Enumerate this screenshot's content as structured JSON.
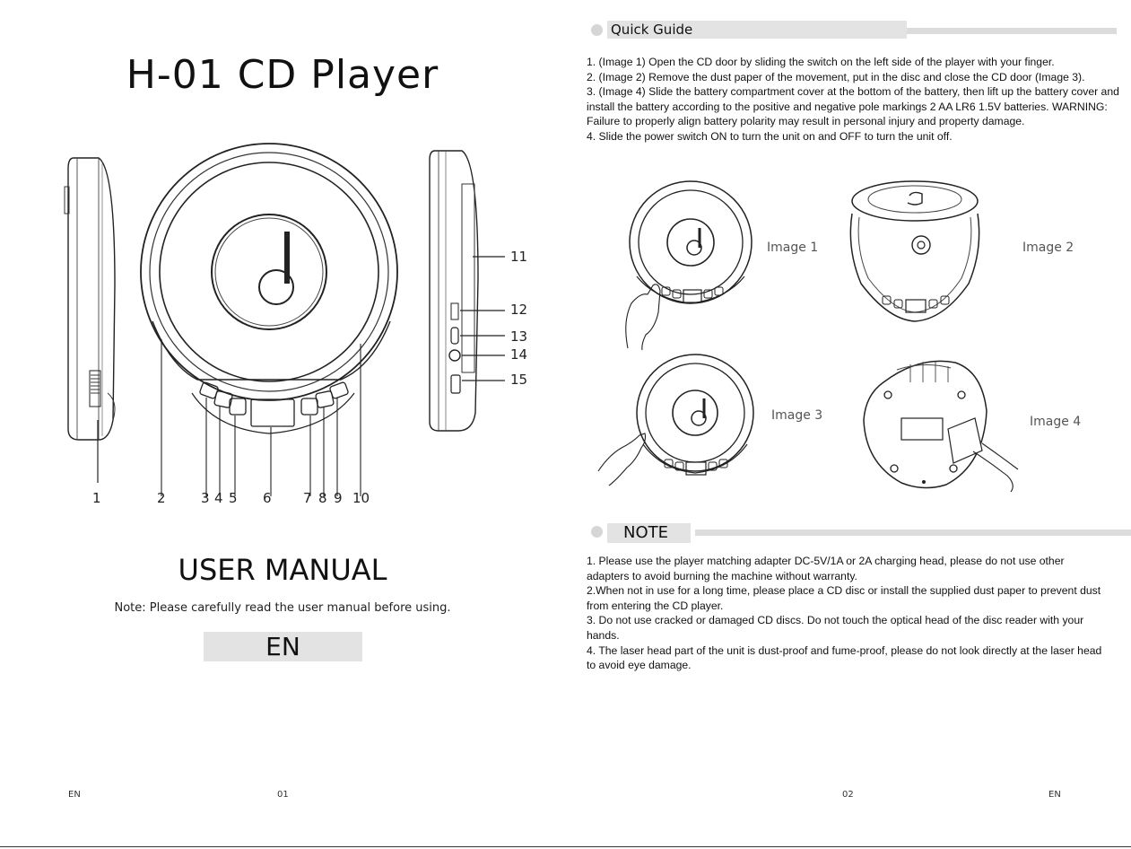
{
  "left_page": {
    "title": "H-01 CD Player",
    "manual_title": "USER MANUAL",
    "note": "Note: Please carefully read the user manual before using.",
    "language": "EN",
    "footer_lang": "EN",
    "page_number": "01",
    "callouts": [
      "1",
      "2",
      "3",
      "4",
      "5",
      "6",
      "7",
      "8",
      "9",
      "10",
      "11",
      "12",
      "13",
      "14",
      "15"
    ]
  },
  "right_page": {
    "quick_guide": {
      "heading": "Quick Guide",
      "steps": [
        "1. (Image 1) Open the CD door by sliding the switch on the left side of the player with your finger.",
        "2. (Image 2) Remove the dust paper of the movement, put in the disc and close the CD door (Image 3).",
        "3. (Image 4) Slide the battery compartment cover at the bottom of the battery, then lift up the battery cover and install the battery according to the positive and negative pole markings 2 AA LR6 1.5V batteries. WARNING: Failure to properly align battery polarity may result in personal injury and property damage.",
        "4. Slide the power switch ON to turn the unit on and OFF to turn the unit off."
      ],
      "image_labels": [
        "Image 1",
        "Image 2",
        "Image 3",
        "Image 4"
      ]
    },
    "note_section": {
      "heading": "NOTE",
      "items": [
        "1. Please use the player matching adapter DC-5V/1A or 2A charging head, please do not use other adapters to avoid burning the machine without warranty.",
        "2.When not in use for a long time, please place a CD disc or install the supplied dust paper to prevent dust from entering the CD player.",
        "3. Do not use cracked or damaged CD discs. Do not touch the optical head of the disc reader with your hands.",
        "4. The laser head part of the unit is dust-proof and fume-proof, please do not look directly at the laser head to avoid eye damage."
      ]
    },
    "page_number": "02",
    "footer_lang": "EN"
  }
}
